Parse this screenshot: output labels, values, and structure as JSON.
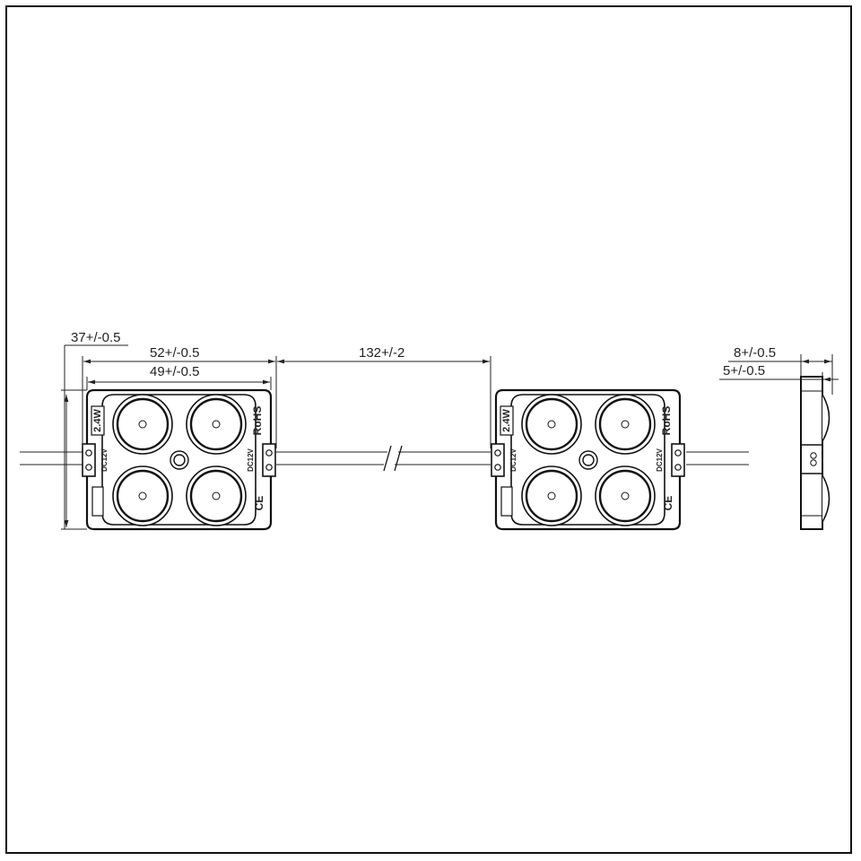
{
  "dimensions": {
    "height": "37+/-0.5",
    "outer_width": "52+/-0.5",
    "inner_width": "49+/-0.5",
    "pitch": "132+/-2",
    "thickness": "8+/-0.5",
    "lens_height": "5+/-0.5"
  },
  "module_marks": {
    "power": "2.4W",
    "rohs": "RoHS",
    "voltage": "DC12V",
    "ce": "CE"
  }
}
